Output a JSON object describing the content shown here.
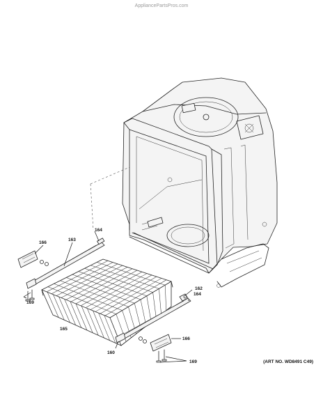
{
  "watermark": "AppliancePartsPros.com",
  "art_number": "(ART NO. WD8491 C49)",
  "callouts": {
    "c166_upper": "166",
    "c163": "163",
    "c164_upper": "164",
    "c162": "162",
    "c164_lower": "164",
    "c165": "165",
    "c169_left": "169",
    "c166_lower": "166",
    "c160": "160",
    "c169_lower": "169"
  }
}
